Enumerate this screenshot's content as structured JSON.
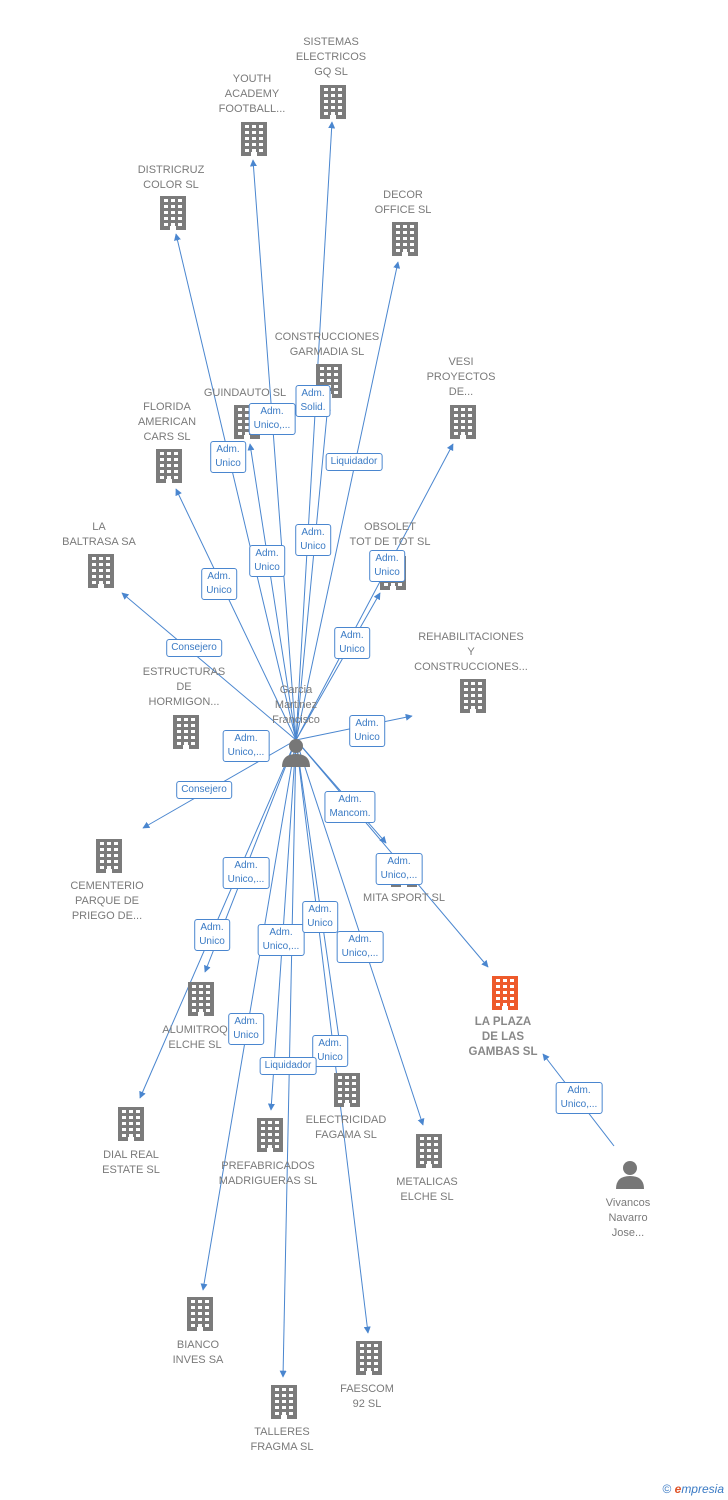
{
  "colors": {
    "edge": "#4a86cf",
    "building": "#7b7b7b",
    "building_focus": "#ee5a2b",
    "person": "#777777"
  },
  "icons": {
    "company": "building-icon",
    "person": "person-icon"
  },
  "center_person": {
    "id": "garcia",
    "label": "Garcia\nMartinez\nFrancisco"
  },
  "second_person": {
    "id": "vivancos",
    "label": "Vivancos\nNavarro\nJose..."
  },
  "focus_company": {
    "id": "plaza",
    "label": "LA PLAZA\nDE LAS\nGAMBAS SL"
  },
  "companies": [
    {
      "id": "sistemas",
      "label": "SISTEMAS\nELECTRICOS\nGQ SL"
    },
    {
      "id": "youth",
      "label": "YOUTH\nACADEMY\nFOOTBALL..."
    },
    {
      "id": "districruz",
      "label": "DISTRICRUZ\nCOLOR SL"
    },
    {
      "id": "decor",
      "label": "DECOR\nOFFICE SL"
    },
    {
      "id": "construcciones",
      "label": "CONSTRUCCIONES\nGARMADIA SL"
    },
    {
      "id": "guindauto",
      "label": "GUINDAUTO SL"
    },
    {
      "id": "vesi",
      "label": "VESI\nPROYECTOS\nDE..."
    },
    {
      "id": "florida",
      "label": "FLORIDA\nAMERICAN\nCARS SL"
    },
    {
      "id": "baltrasa",
      "label": "LA\nBALTRASA SA"
    },
    {
      "id": "obsolet",
      "label": "OBSOLET\nTOT DE TOT SL"
    },
    {
      "id": "rehabilitaciones",
      "label": "REHABILITACIONES\nY\nCONSTRUCCIONES..."
    },
    {
      "id": "estructuras",
      "label": "ESTRUCTURAS\nDE\nHORMIGON..."
    },
    {
      "id": "cementerio",
      "label": "CEMENTERIO\nPARQUE DE\nPRIEGO DE..."
    },
    {
      "id": "mita",
      "label": "MITA SPORT SL"
    },
    {
      "id": "alumitroq",
      "label": "ALUMITROQ\nELCHE SL"
    },
    {
      "id": "dial",
      "label": "DIAL REAL\nESTATE SL"
    },
    {
      "id": "prefabricados",
      "label": "PREFABRICADOS\nMADRIGUERAS SL"
    },
    {
      "id": "electricidad",
      "label": "ELECTRICIDAD\nFAGAMA SL"
    },
    {
      "id": "metalicas",
      "label": "METALICAS\nELCHE SL"
    },
    {
      "id": "bianco",
      "label": "BIANCO\nINVES SA"
    },
    {
      "id": "faescom",
      "label": "FAESCOM\n92 SL"
    },
    {
      "id": "talleres",
      "label": "TALLERES\nFRAGMA SL"
    }
  ],
  "edges": [
    {
      "from": "garcia",
      "to": "sistemas",
      "label": "Adm.\nSolid."
    },
    {
      "from": "garcia",
      "to": "youth",
      "label": "Adm.\nUnico,..."
    },
    {
      "from": "garcia",
      "to": "districruz",
      "label": "Adm.\nUnico"
    },
    {
      "from": "garcia",
      "to": "decor",
      "label": "Liquidador"
    },
    {
      "from": "garcia",
      "to": "construcciones",
      "label": "Adm.\nUnico"
    },
    {
      "from": "garcia",
      "to": "guindauto",
      "label": "Adm.\nUnico"
    },
    {
      "from": "garcia",
      "to": "vesi",
      "label": "Adm.\nUnico"
    },
    {
      "from": "garcia",
      "to": "florida",
      "label": "Adm.\nUnico"
    },
    {
      "from": "garcia",
      "to": "baltrasa",
      "label": "Consejero"
    },
    {
      "from": "garcia",
      "to": "obsolet",
      "label": "Adm.\nUnico"
    },
    {
      "from": "garcia",
      "to": "rehabilitaciones",
      "label": "Adm.\nUnico"
    },
    {
      "from": "garcia",
      "to": "estructuras",
      "label": "Adm.\nUnico,..."
    },
    {
      "from": "garcia",
      "to": "cementerio",
      "label": "Consejero"
    },
    {
      "from": "garcia",
      "to": "mita",
      "label": "Adm.\nMancom."
    },
    {
      "from": "garcia",
      "to": "plaza",
      "label": "Adm.\nUnico,..."
    },
    {
      "from": "garcia",
      "to": "alumitroq",
      "label": "Adm.\nUnico"
    },
    {
      "from": "garcia",
      "to": "dial",
      "label": "Adm.\nUnico,..."
    },
    {
      "from": "garcia",
      "to": "prefabricados",
      "label": "Adm.\nUnico,..."
    },
    {
      "from": "garcia",
      "to": "electricidad",
      "label": "Adm.\nUnico"
    },
    {
      "from": "garcia",
      "to": "metalicas",
      "label": "Adm.\nUnico,..."
    },
    {
      "from": "garcia",
      "to": "bianco",
      "label": "Adm.\nUnico"
    },
    {
      "from": "garcia",
      "to": "faescom",
      "label": "Adm.\nUnico"
    },
    {
      "from": "garcia",
      "to": "talleres",
      "label": "Liquidador"
    },
    {
      "from": "vivancos",
      "to": "plaza",
      "label": "Adm.\nUnico,..."
    }
  ],
  "brand": {
    "copyright": "©",
    "initial": "e",
    "name": "mpresia"
  }
}
